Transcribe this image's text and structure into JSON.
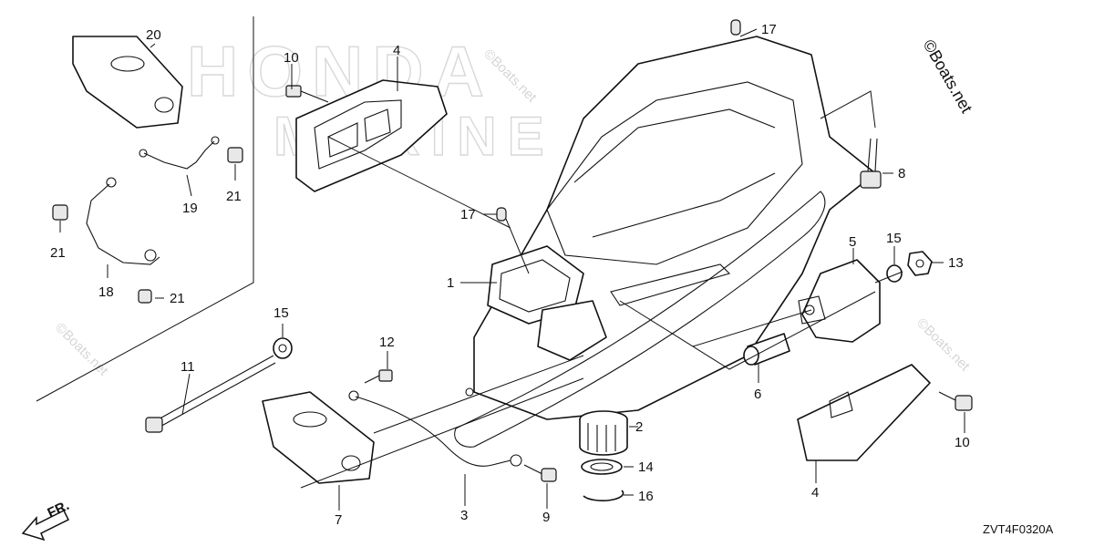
{
  "diagram": {
    "reference_code": "ZVT4F0320A",
    "front_indicator": "FR.",
    "watermark_brand": "HONDA",
    "watermark_line2": "MARINE",
    "side_watermark": "©Boats.net",
    "faint_watermark": "©Boats.net",
    "callouts": {
      "c1": "1",
      "c2": "2",
      "c3": "3",
      "c4a": "4",
      "c4b": "4",
      "c5": "5",
      "c6": "6",
      "c7": "7",
      "c8": "8",
      "c9": "9",
      "c10a": "10",
      "c10b": "10",
      "c11": "11",
      "c12": "12",
      "c13": "13",
      "c14": "14",
      "c15a": "15",
      "c15b": "15",
      "c16": "16",
      "c17a": "17",
      "c17b": "17",
      "c18": "18",
      "c19": "19",
      "c20": "20",
      "c21a": "21",
      "c21b": "21",
      "c21c": "21"
    },
    "colors": {
      "ink": "#111111",
      "paper": "#ffffff",
      "watermark": "#d8d8d8"
    }
  }
}
